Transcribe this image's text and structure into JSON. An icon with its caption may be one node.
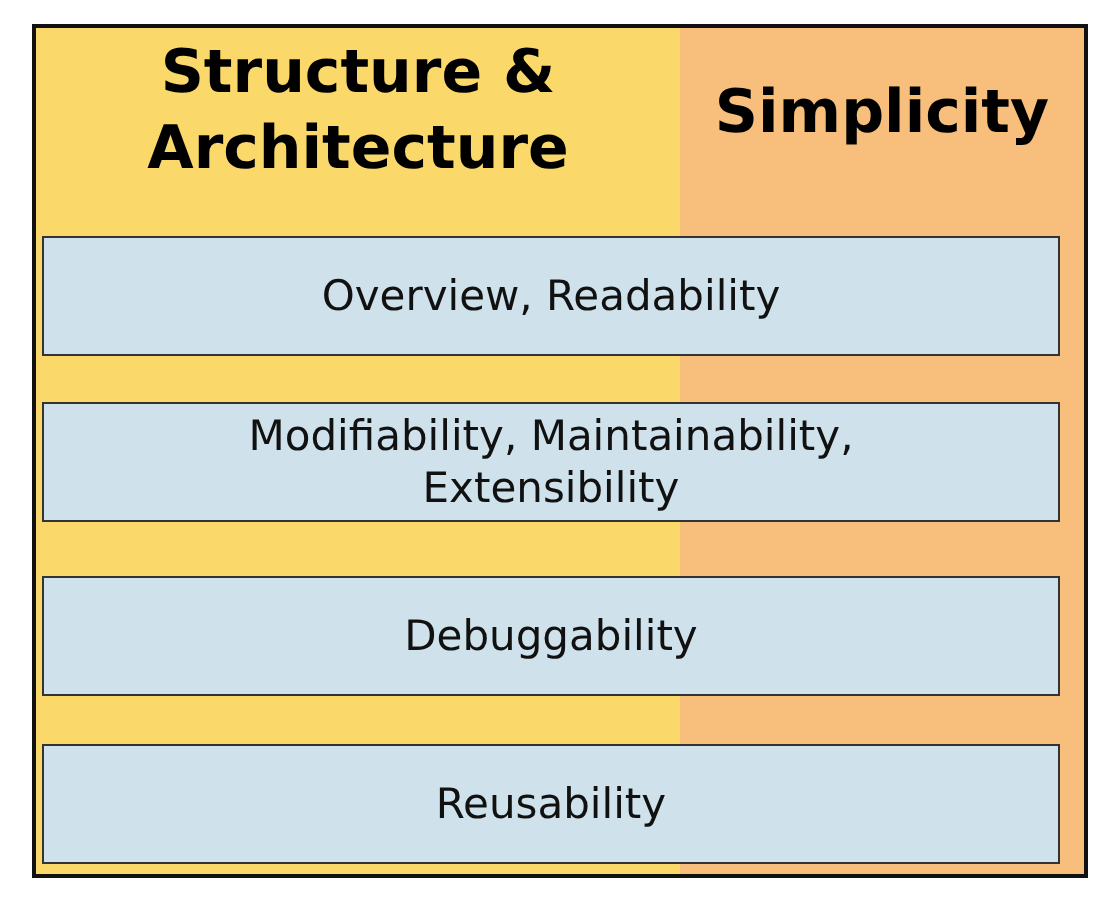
{
  "diagram": {
    "nodes": [
      {
        "text": [
          "Structure & Architecture"
        ]
      },
      {
        "text": [
          "Simplicity"
        ]
      },
      {
        "text": [
          "Overview, Readability"
        ]
      },
      {
        "text": [
          "Modifiability, Maintainability, Extensibility"
        ]
      },
      {
        "text": [
          "Debuggability"
        ]
      },
      {
        "text": [
          "Reusability"
        ]
      }
    ]
  }
}
